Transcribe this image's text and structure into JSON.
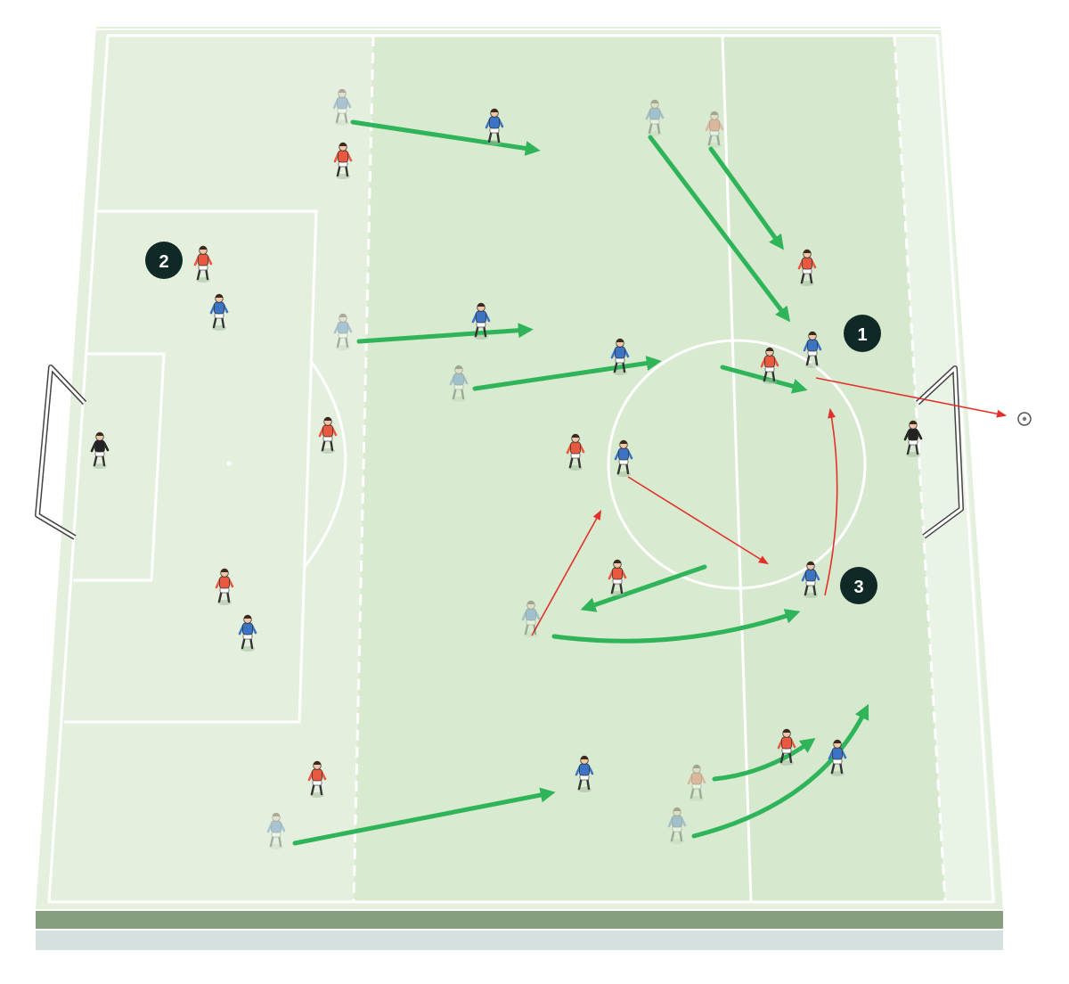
{
  "markers": [
    {
      "id": "marker-1",
      "label": "1"
    },
    {
      "id": "marker-2",
      "label": "2"
    },
    {
      "id": "marker-3",
      "label": "3"
    }
  ],
  "colors": {
    "pitch_light": "#e4f0dd",
    "pitch_mid": "#d6e9cf",
    "pitch_right": "#eaf4e6",
    "line": "#ffffff",
    "run_arrow": "#2fb45a",
    "pass_arrow": "#e0312b",
    "badge": "#0f2a26",
    "team_attack": "#3b74c4",
    "team_defend": "#e8593f",
    "goalkeeper": "#222222",
    "base_dark": "#86a07f",
    "base_light": "#d5e1de"
  },
  "icons": {
    "attacker": "attacker-player-icon",
    "defender": "defender-player-icon",
    "goalkeeper": "goalkeeper-icon",
    "ball": "football-icon"
  }
}
